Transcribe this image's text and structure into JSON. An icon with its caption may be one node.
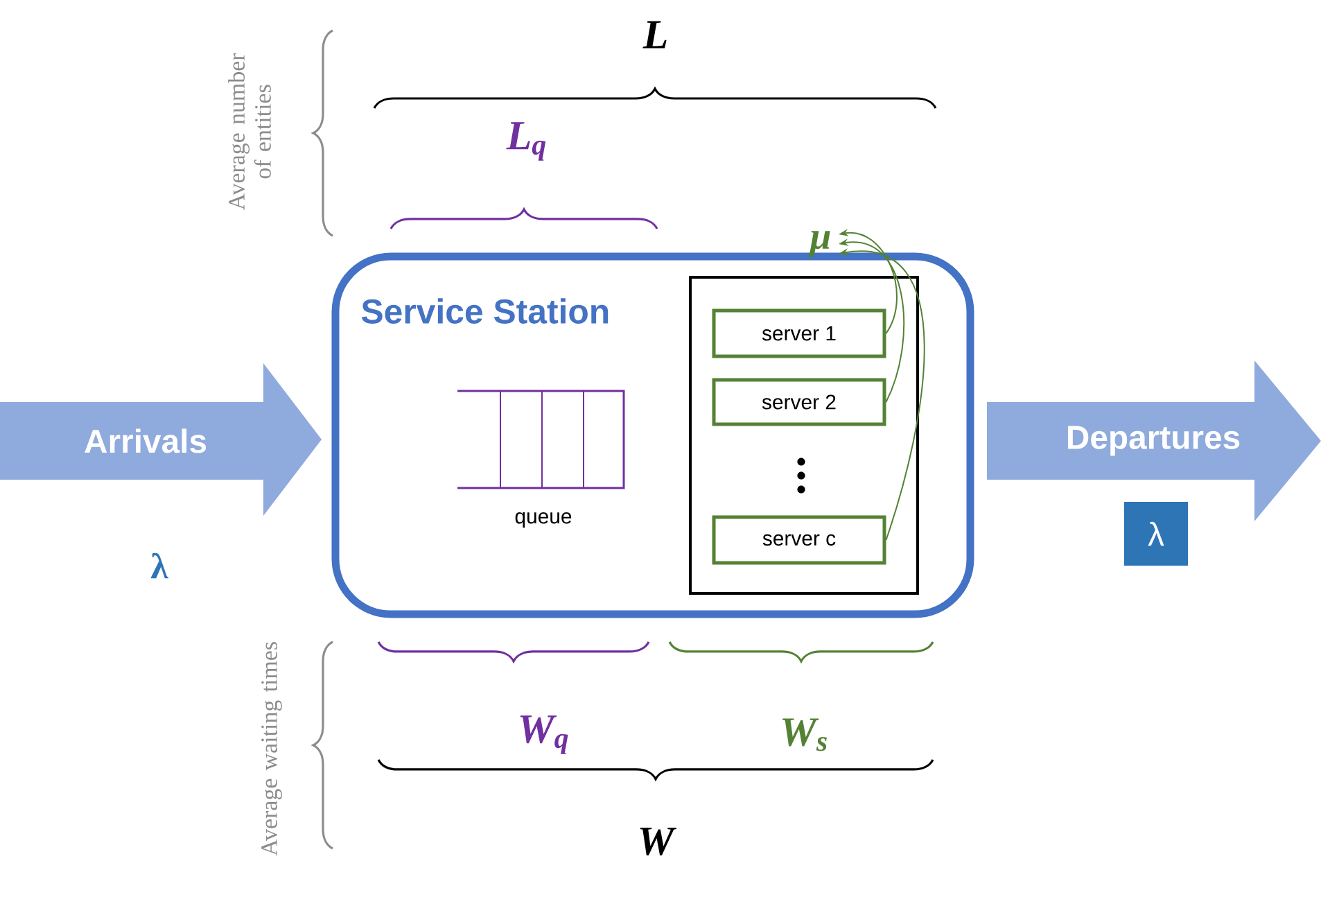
{
  "diagram": {
    "nodes": [
      {
        "text": [
          "Arrivals"
        ],
        "beside": [
          "λ"
        ]
      },
      {
        "text": [
          "Service Station"
        ]
      },
      {
        "text": [
          "queue"
        ],
        "in": 1
      },
      {
        "text": [],
        "shape": "box",
        "in": 1
      },
      {
        "text": [
          "server 1"
        ],
        "in": 3
      },
      {
        "text": [
          "server 2"
        ],
        "in": 3
      },
      {
        "text": [
          "server c"
        ],
        "in": 3
      },
      {
        "text": [
          "μ"
        ]
      },
      {
        "text": [
          "Departures"
        ]
      },
      {
        "text": [
          "λ"
        ]
      }
    ],
    "edges": [
      {
        "from": 4,
        "to": 7,
        "arrow": "to"
      },
      {
        "from": 5,
        "to": 7,
        "arrow": "to"
      },
      {
        "from": 6,
        "to": 7,
        "arrow": "to"
      }
    ],
    "labels": [
      "Average number of entities",
      "L",
      "L$_{q}$",
      "Average waiting times",
      "W$_{q}$",
      "W$_{s}$",
      "W"
    ]
  }
}
